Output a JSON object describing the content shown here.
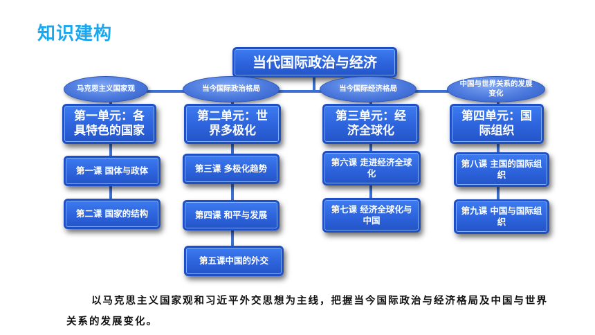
{
  "page_title": "知识建构",
  "root": "当代国际政治与经济",
  "columns": [
    {
      "oval": "马克思主义国家观",
      "unit": "第一单元：各具特色的国家",
      "lessons": [
        "第一课 国体与政体",
        "第二课 国家的结构"
      ]
    },
    {
      "oval": "当今国际政治格局",
      "unit": "第二单元：世界多极化",
      "lessons": [
        "第三课 多极化趋势",
        "第四课 和平与发展",
        "第五课中国的外交"
      ]
    },
    {
      "oval": "当今国际经济格局",
      "unit": "第三单元：经济全球化",
      "lessons": [
        "第六课 走进经济全球化",
        "第七课 经济全球化与中国"
      ]
    },
    {
      "oval": "中国与世界关系的发展变化",
      "unit": "第四单元：国际组织",
      "lessons": [
        "第八课 主国的国际组织",
        "第九课 中国与国际组织"
      ]
    }
  ],
  "summary": "以马克思主义国家观和习近平外交思想为主线，把握当今国际政治与经济格局及中国与世界关系的发展变化。",
  "colors": {
    "title": "#1aa7ee",
    "box_fill": "#2d63dc",
    "box_border": "#1f4fc4",
    "connector": "#3b6fd4"
  }
}
